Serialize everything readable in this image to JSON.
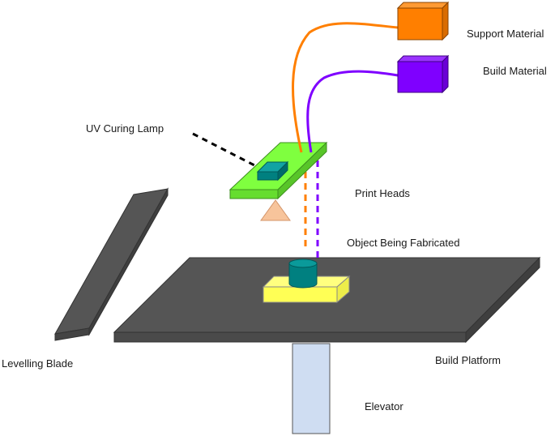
{
  "labels": {
    "support_material": "Support Material",
    "build_material": "Build Material",
    "uv_curing_lamp": "UV Curing Lamp",
    "print_heads": "Print Heads",
    "object_being_fabricated": "Object Being Fabricated",
    "levelling_blade": "Levelling Blade",
    "build_platform": "Build Platform",
    "elevator": "Elevator"
  },
  "colors": {
    "support_material": "#FF7F00",
    "build_material": "#7F00FF",
    "print_head_carriage": "#7FFF3F",
    "uv_lamp": "#008080",
    "uv_light_cone": "#F7C49B",
    "platform": "#555555",
    "object_base": "#FFFF7F",
    "object_cylinder": "#008080",
    "elevator": "#CFDDF2"
  }
}
